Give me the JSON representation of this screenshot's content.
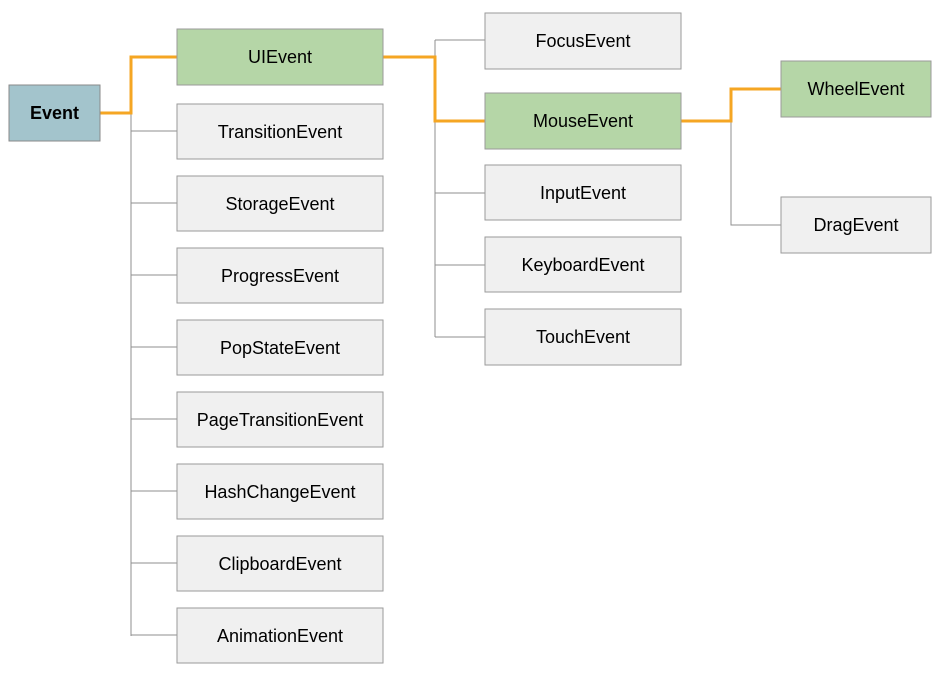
{
  "colors": {
    "root_fill": "#a3c4cc",
    "highlight_fill": "#b5d6a7",
    "default_fill": "#f0f0f0",
    "highlight_line": "#f5a623",
    "default_line": "#8f8f8f"
  },
  "nodes": {
    "event": {
      "label": "Event",
      "style": "root"
    },
    "uievent": {
      "label": "UIEvent",
      "style": "highlight"
    },
    "transitionevent": {
      "label": "TransitionEvent",
      "style": "default"
    },
    "storageevent": {
      "label": "StorageEvent",
      "style": "default"
    },
    "progressevent": {
      "label": "ProgressEvent",
      "style": "default"
    },
    "popstateevent": {
      "label": "PopStateEvent",
      "style": "default"
    },
    "pagetransitionevent": {
      "label": "PageTransitionEvent",
      "style": "default"
    },
    "hashchangeevent": {
      "label": "HashChangeEvent",
      "style": "default"
    },
    "clipboardevent": {
      "label": "ClipboardEvent",
      "style": "default"
    },
    "animationevent": {
      "label": "AnimationEvent",
      "style": "default"
    },
    "focusevent": {
      "label": "FocusEvent",
      "style": "default"
    },
    "mouseevent": {
      "label": "MouseEvent",
      "style": "highlight"
    },
    "inputevent": {
      "label": "InputEvent",
      "style": "default"
    },
    "keyboardevent": {
      "label": "KeyboardEvent",
      "style": "default"
    },
    "touchevent": {
      "label": "TouchEvent",
      "style": "default"
    },
    "wheelevent": {
      "label": "WheelEvent",
      "style": "highlight"
    },
    "dragevent": {
      "label": "DragEvent",
      "style": "default"
    }
  },
  "edges": [
    {
      "from": "event",
      "to": "uievent",
      "highlight": true
    },
    {
      "from": "event",
      "to": "transitionevent",
      "highlight": false
    },
    {
      "from": "event",
      "to": "storageevent",
      "highlight": false
    },
    {
      "from": "event",
      "to": "progressevent",
      "highlight": false
    },
    {
      "from": "event",
      "to": "popstateevent",
      "highlight": false
    },
    {
      "from": "event",
      "to": "pagetransitionevent",
      "highlight": false
    },
    {
      "from": "event",
      "to": "hashchangeevent",
      "highlight": false
    },
    {
      "from": "event",
      "to": "clipboardevent",
      "highlight": false
    },
    {
      "from": "event",
      "to": "animationevent",
      "highlight": false
    },
    {
      "from": "uievent",
      "to": "focusevent",
      "highlight": false
    },
    {
      "from": "uievent",
      "to": "mouseevent",
      "highlight": true
    },
    {
      "from": "uievent",
      "to": "inputevent",
      "highlight": false
    },
    {
      "from": "uievent",
      "to": "keyboardevent",
      "highlight": false
    },
    {
      "from": "uievent",
      "to": "touchevent",
      "highlight": false
    },
    {
      "from": "mouseevent",
      "to": "wheelevent",
      "highlight": true
    },
    {
      "from": "mouseevent",
      "to": "dragevent",
      "highlight": false
    }
  ]
}
